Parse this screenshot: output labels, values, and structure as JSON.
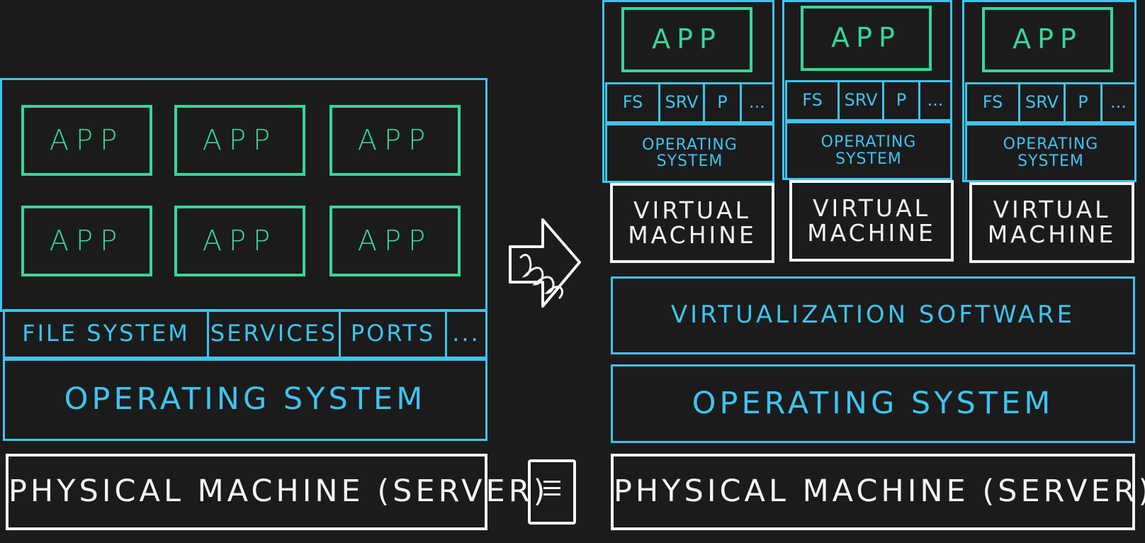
{
  "left": {
    "apps": [
      "APP",
      "APP",
      "APP",
      "APP",
      "APP",
      "APP"
    ],
    "components": [
      "FILE SYSTEM",
      "SERVICES",
      "PORTS",
      "..."
    ],
    "os": "OPERATING SYSTEM",
    "physical": "PHYSICAL MACHINE (SERVER)"
  },
  "right": {
    "vms": [
      {
        "app": "APP",
        "components": [
          "FS",
          "SRV",
          "P",
          "..."
        ],
        "os": "OPERATING SYSTEM",
        "vm": "VIRTUAL MACHINE"
      },
      {
        "app": "APP",
        "components": [
          "FS",
          "SRV",
          "P",
          "..."
        ],
        "os": "OPERATING SYSTEM",
        "vm": "VIRTUAL MACHINE"
      },
      {
        "app": "APP",
        "components": [
          "FS",
          "SRV",
          "P",
          "..."
        ],
        "os": "OPERATING SYSTEM",
        "vm": "VIRTUAL MACHINE"
      }
    ],
    "virtualization": "VIRTUALIZATION SOFTWARE",
    "os": "OPERATING SYSTEM",
    "physical": "PHYSICAL MACHINE (SERVER)"
  },
  "icons": {
    "arrow": "right-arrow-icon",
    "server": "server-document-icon"
  },
  "colors": {
    "background": "#1b1b1b",
    "blue": "#3fc3ee",
    "green": "#35d79a",
    "white": "#f4f4f4"
  }
}
